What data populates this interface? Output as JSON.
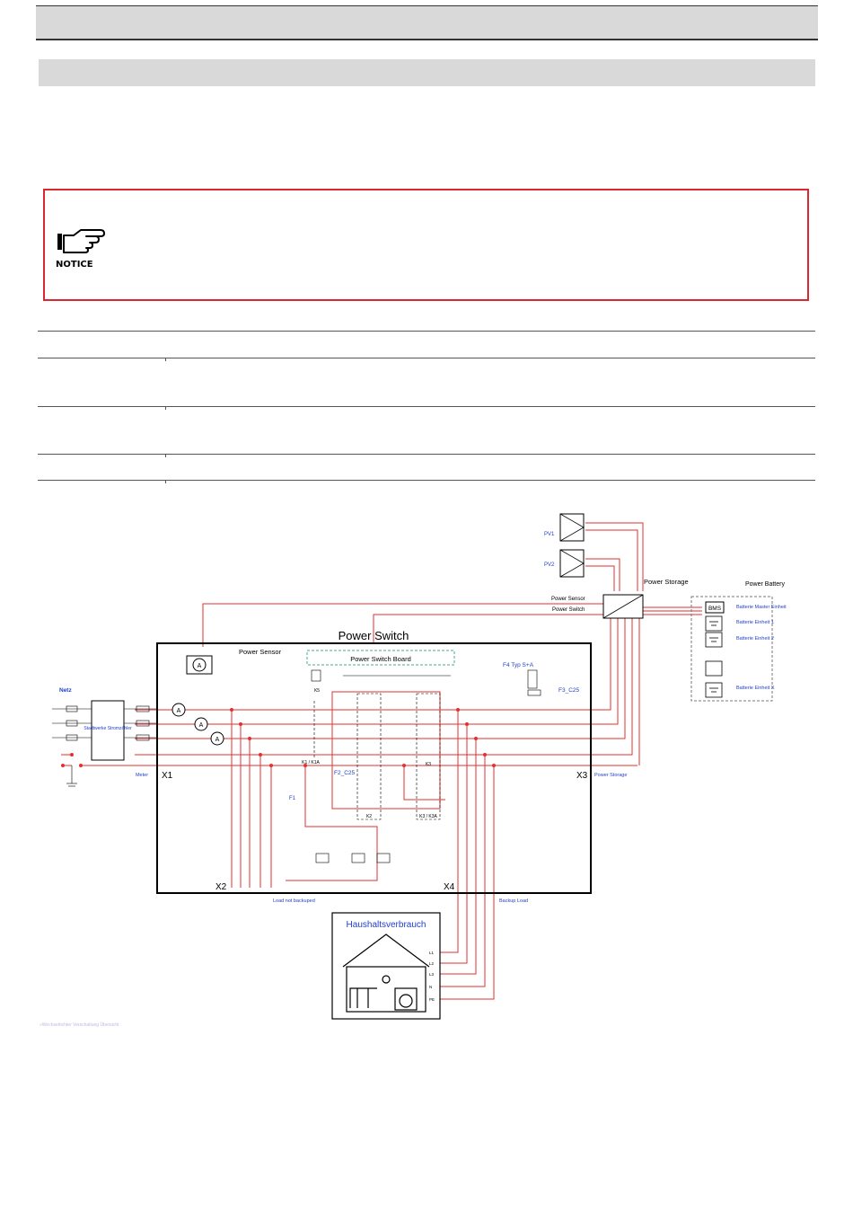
{
  "notice": {
    "label": "NOTICE"
  },
  "diagram": {
    "title": "Power Switch",
    "pv1": "PV1",
    "pv2": "PV2",
    "power_storage": "Power Storage",
    "power_storage_x3": "Power Storage",
    "power_battery": "Power Battery",
    "power_sensor": "Power Sensor",
    "power_sensor_label": "Power Sensor",
    "power_switch_label": "Power Switch",
    "power_switch_board": "Power Switch Board",
    "netz": "Netz",
    "meter_name": "Stadtwerke Stromzähler",
    "meter": "Meter",
    "x1": "X1",
    "x2": "X2",
    "x3": "X3",
    "x4": "X4",
    "f4": "F4 Typ S+A",
    "f3": "F3_C25",
    "f2": "F2_C25",
    "f1": "F1",
    "k1": "K1 / K1A",
    "k2": "K2",
    "k3": "K3",
    "k3a": "K3 / K3A",
    "k5": "K5",
    "load_not_backuped": "Load not backuped",
    "backup_load": "Backup Load",
    "haushalt": "Haushaltsverbrauch",
    "bms": "BMS",
    "battery_master": "Batterie Master Einheit",
    "battery_1": "Batterie Einheit 1",
    "battery_2": "Batterie Einheit 2",
    "battery_x": "Batterie Einheit X",
    "phases": [
      "L1",
      "L2",
      "L3",
      "N",
      "PE"
    ],
    "footer_note": "»Wechselrichter Verschaltung Übersicht"
  }
}
